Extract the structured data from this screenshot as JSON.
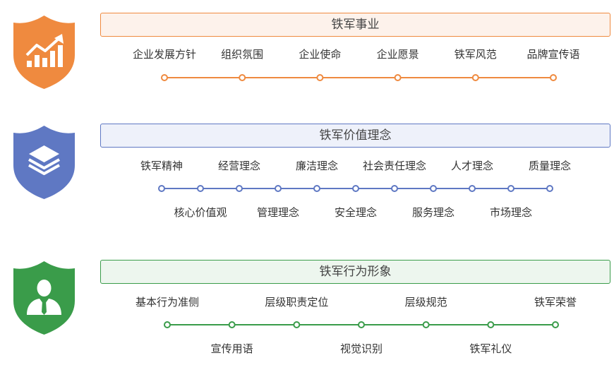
{
  "sections": [
    {
      "title": "铁军事业",
      "icon": "growth-chart-icon",
      "color": "#ef8a3f",
      "header_bg": "#fdf2eb",
      "top_labels": [
        "企业发展方针",
        "组织氛围",
        "企业使命",
        "企业愿景",
        "铁军风范",
        "品牌宣传语"
      ],
      "bottom_labels": []
    },
    {
      "title": "铁军价值理念",
      "icon": "layers-icon",
      "color": "#5f78c3",
      "header_bg": "#eef1fa",
      "top_labels": [
        "铁军精神",
        "经营理念",
        "廉洁理念",
        "社会责任理念",
        "人才理念",
        "质量理念"
      ],
      "bottom_labels": [
        "核心价值观",
        "管理理念",
        "安全理念",
        "服务理念",
        "市场理念"
      ]
    },
    {
      "title": "铁军行为形象",
      "icon": "person-icon",
      "color": "#3a9c4a",
      "header_bg": "#edf6ee",
      "top_labels": [
        "基本行为准侧",
        "层级职责定位",
        "层级规范",
        "铁军荣誉"
      ],
      "bottom_labels": [
        "宣传用语",
        "视觉识别",
        "铁军礼仪"
      ]
    }
  ]
}
